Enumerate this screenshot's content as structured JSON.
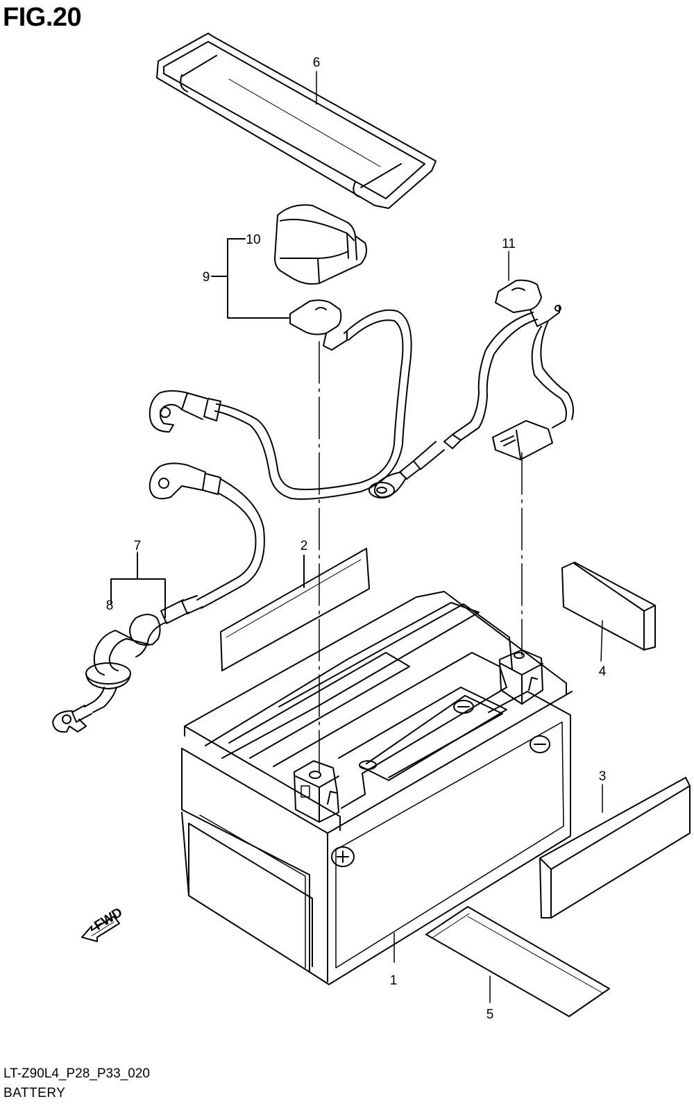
{
  "figure": {
    "title": "FIG.20",
    "code": "LT-Z90L4_P28_P33_020",
    "name": "BATTERY"
  },
  "callouts": [
    {
      "id": "p1",
      "label": "1"
    },
    {
      "id": "p2",
      "label": "2"
    },
    {
      "id": "p3",
      "label": "3"
    },
    {
      "id": "p4",
      "label": "4"
    },
    {
      "id": "p5",
      "label": "5"
    },
    {
      "id": "p6",
      "label": "6"
    },
    {
      "id": "p7",
      "label": "7"
    },
    {
      "id": "p8",
      "label": "8"
    },
    {
      "id": "p9",
      "label": "9"
    },
    {
      "id": "p10",
      "label": "10"
    },
    {
      "id": "p11",
      "label": "11"
    }
  ],
  "direction_marker": {
    "label": "FWD",
    "icon": "fwd-arrow-icon"
  }
}
